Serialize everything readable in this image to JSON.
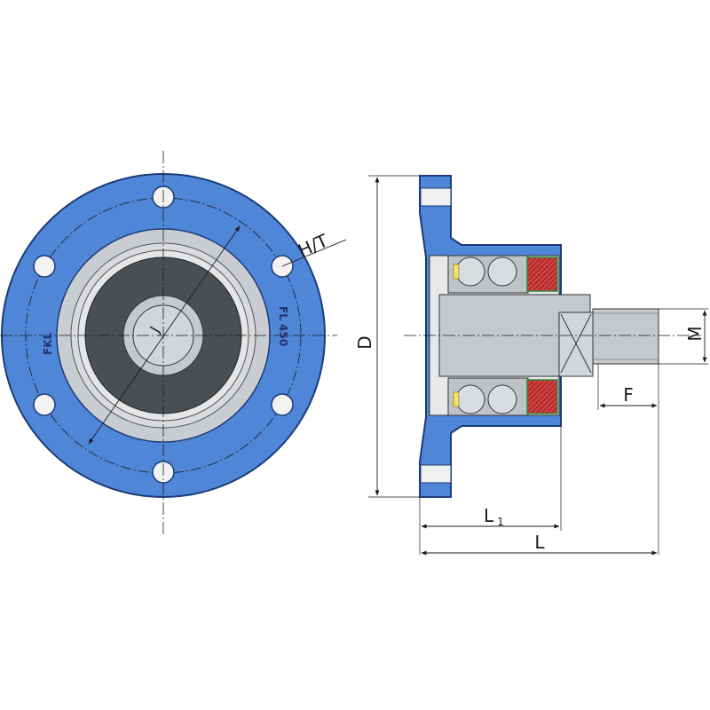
{
  "colors": {
    "housing_blue": "#4f86d8",
    "housing_outline": "#1c3d78",
    "bearing_grey": "#bfc3c7",
    "insert_light": "#dcdee1",
    "core_dark": "#4c4f52",
    "shaft_grey": "#c6c9cc",
    "seal_red": "#cc3030",
    "seal_green": "#2f8a3a",
    "ball_grey": "#d9dde1",
    "line": "#1a1a1a"
  },
  "front_view": {
    "housing_mark": "FKL",
    "size_mark": "FL 450",
    "bore_label": "J",
    "bolt_circle_label": "H/T"
  },
  "side_view": {
    "dim_D": "D",
    "dim_M": "M",
    "dim_F": "F",
    "dim_L1_main": "L",
    "dim_L1_sub": "1",
    "dim_L": "L"
  }
}
